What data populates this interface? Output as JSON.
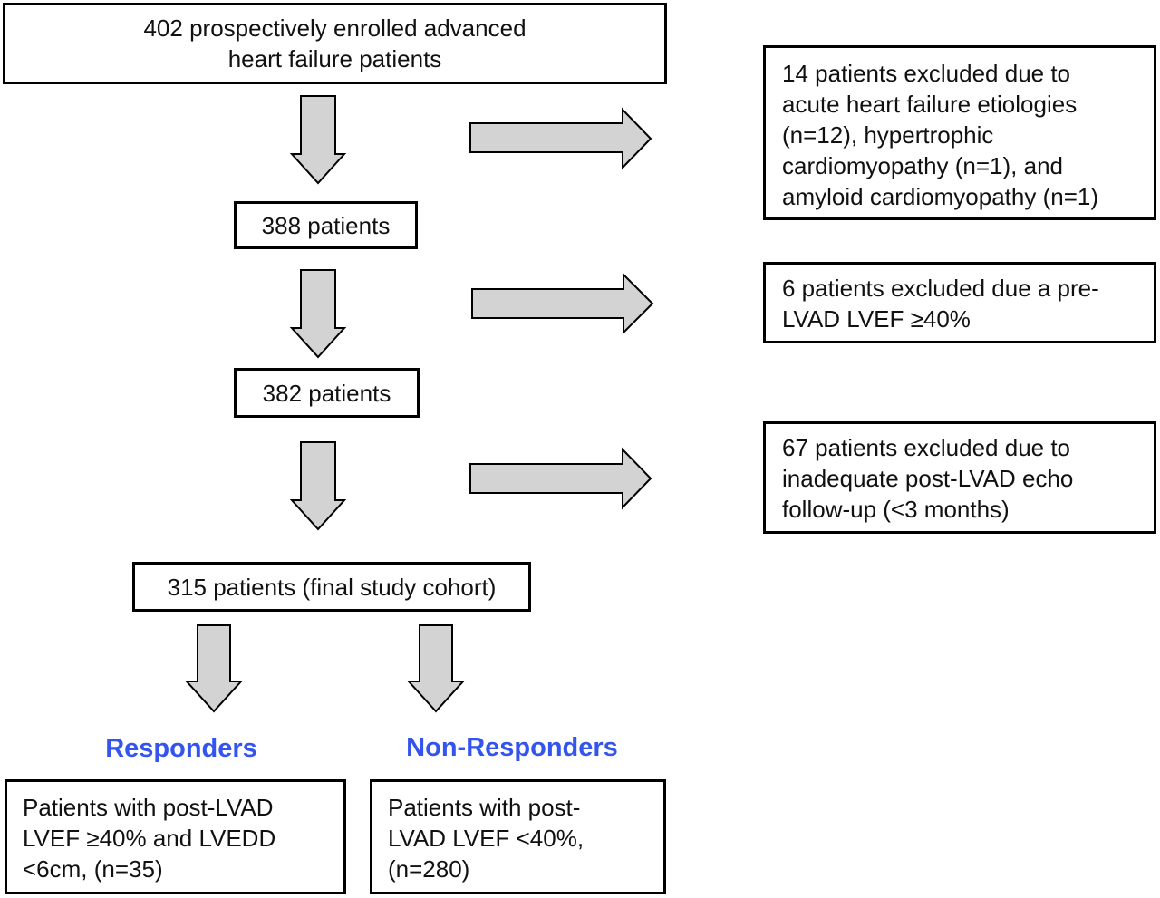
{
  "enrolled": {
    "lines": [
      "402 prospectively enrolled advanced",
      "heart failure patients"
    ]
  },
  "step1": {
    "label": "388 patients"
  },
  "step2": {
    "label": "382 patients"
  },
  "final": {
    "label": "315 patients (final study cohort)"
  },
  "exclusions": [
    {
      "lines": [
        "14 patients excluded due to",
        "acute heart failure etiologies",
        "(n=12), hypertrophic",
        "cardiomyopathy (n=1), and",
        "amyloid cardiomyopathy (n=1)"
      ]
    },
    {
      "lines": [
        "6 patients excluded due a pre-",
        "LVAD LVEF ≥40%"
      ]
    },
    {
      "lines": [
        "67 patients excluded due to",
        "inadequate post-LVAD echo",
        "follow-up (<3 months)"
      ]
    }
  ],
  "groups": [
    {
      "title": "Responders",
      "lines": [
        "Patients with post-LVAD",
        "LVEF ≥40% and LVEDD",
        "<6cm, (n=35)"
      ]
    },
    {
      "title": "Non-Responders",
      "lines": [
        "Patients with post-",
        "LVAD LVEF <40%,",
        "(n=280)"
      ]
    }
  ],
  "colors": {
    "arrow_fill": "#d3d3d3",
    "group_title": "#3355ee",
    "border": "#000000"
  }
}
